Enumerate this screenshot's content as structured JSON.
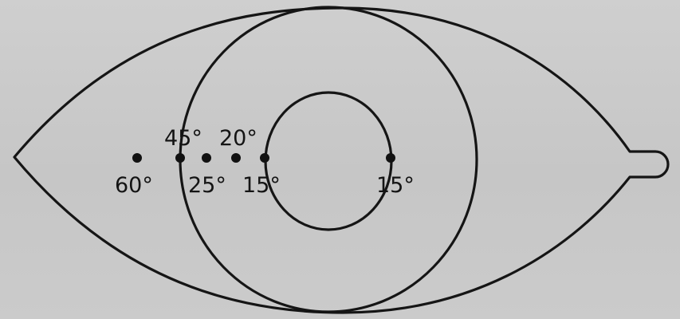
{
  "diagram": {
    "colors": {
      "background": "#c9c9c9",
      "stroke": "#151515"
    },
    "points": [
      {
        "id": "p60",
        "label": "60°"
      },
      {
        "id": "p45",
        "label": "45°"
      },
      {
        "id": "p25",
        "label": "25°"
      },
      {
        "id": "p20",
        "label": "20°"
      },
      {
        "id": "p15-left",
        "label": "15°"
      },
      {
        "id": "p15-right",
        "label": "15°"
      }
    ]
  }
}
